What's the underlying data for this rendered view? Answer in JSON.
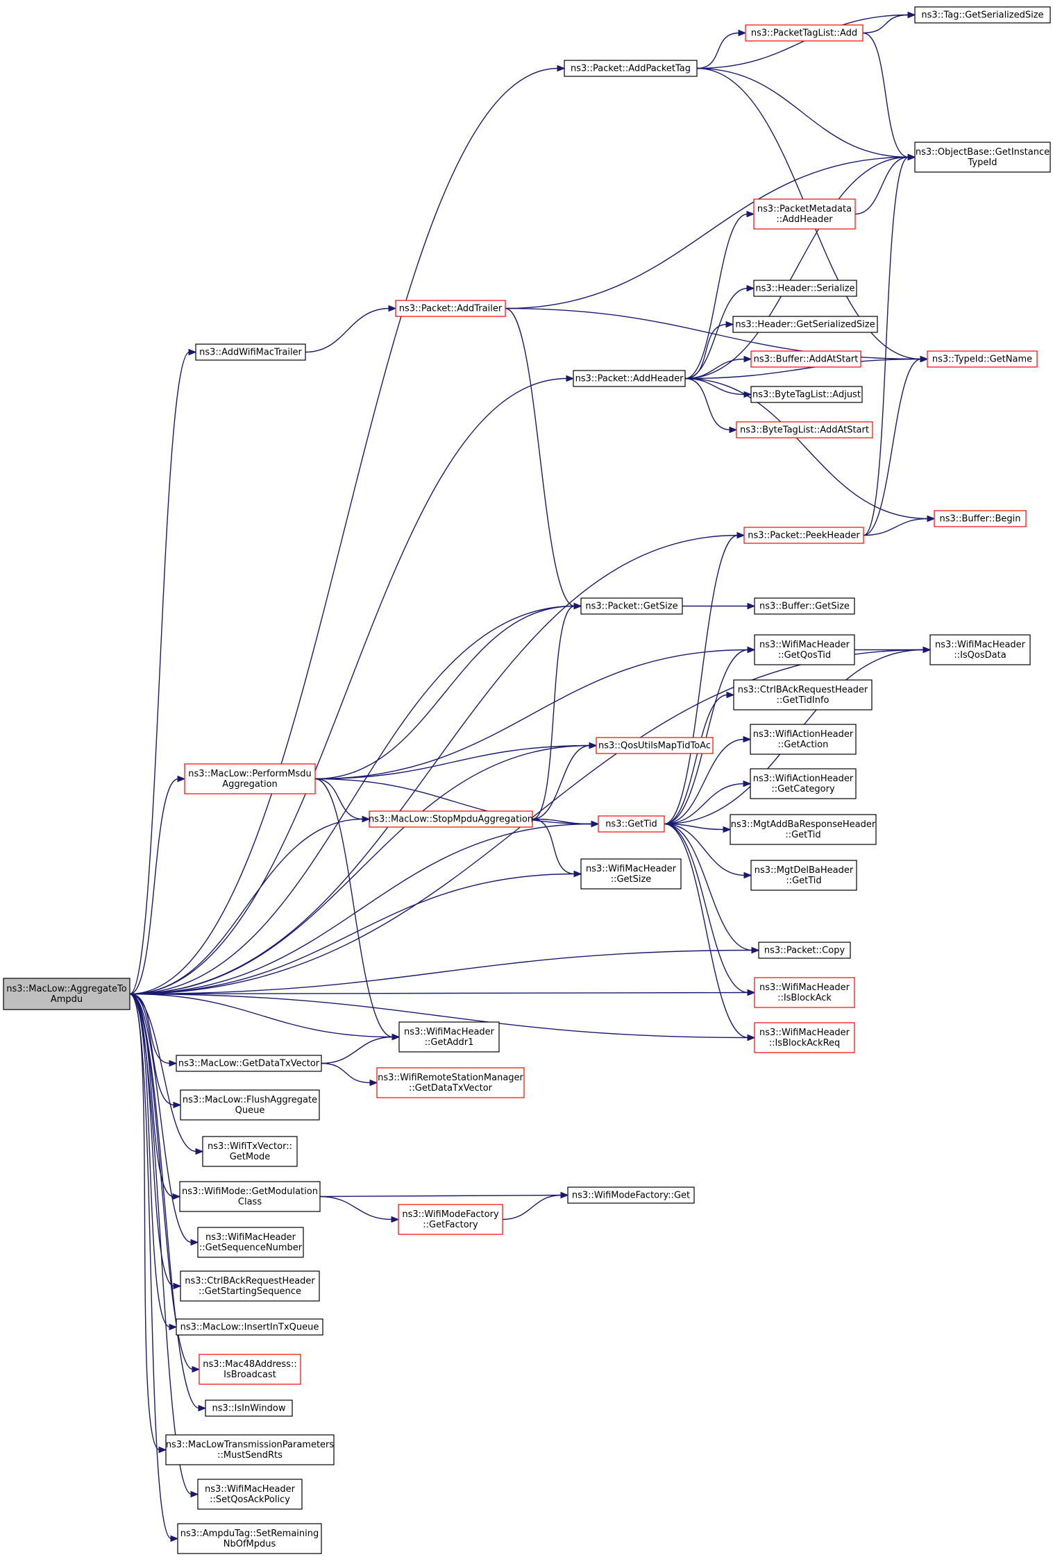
{
  "colors": {
    "edge": "#191970",
    "node_border_default": "#000000",
    "node_border_undocumented": "#ff0000",
    "root_fill": "#bfbfbf",
    "node_fill": "#ffffff"
  },
  "nodes": [
    {
      "id": "root",
      "lines": [
        "ns3::MacLow::AggregateTo",
        "Ampdu"
      ],
      "border": "black",
      "root": true
    },
    {
      "id": "addPacketTag",
      "lines": [
        "ns3::Packet::AddPacketTag"
      ],
      "border": "black"
    },
    {
      "id": "tagGetSerializedSize",
      "lines": [
        "ns3::Tag::GetSerializedSize"
      ],
      "border": "black"
    },
    {
      "id": "packetTagListAdd",
      "lines": [
        "ns3::PacketTagList::Add"
      ],
      "border": "red"
    },
    {
      "id": "objectBaseGetInstanceTypeId",
      "lines": [
        "ns3::ObjectBase::GetInstance",
        "TypeId"
      ],
      "border": "black"
    },
    {
      "id": "packetMetadataAddHeader",
      "lines": [
        "ns3::PacketMetadata",
        "::AddHeader"
      ],
      "border": "red"
    },
    {
      "id": "addTrailer",
      "lines": [
        "ns3::Packet::AddTrailer"
      ],
      "border": "red"
    },
    {
      "id": "headerSerialize",
      "lines": [
        "ns3::Header::Serialize"
      ],
      "border": "black"
    },
    {
      "id": "addWifiMacTrailer",
      "lines": [
        "ns3::AddWifiMacTrailer"
      ],
      "border": "black"
    },
    {
      "id": "headerGetSerializedSize",
      "lines": [
        "ns3::Header::GetSerializedSize"
      ],
      "border": "black"
    },
    {
      "id": "typeIdGetName",
      "lines": [
        "ns3::TypeId::GetName"
      ],
      "border": "red"
    },
    {
      "id": "bufferAddAtStart",
      "lines": [
        "ns3::Buffer::AddAtStart"
      ],
      "border": "red"
    },
    {
      "id": "packetAddHeader",
      "lines": [
        "ns3::Packet::AddHeader"
      ],
      "border": "black"
    },
    {
      "id": "byteTagListAdjust",
      "lines": [
        "ns3::ByteTagList::Adjust"
      ],
      "border": "black"
    },
    {
      "id": "byteTagListAddAtStart",
      "lines": [
        "ns3::ByteTagList::AddAtStart"
      ],
      "border": "red"
    },
    {
      "id": "bufferBegin",
      "lines": [
        "ns3::Buffer::Begin"
      ],
      "border": "red"
    },
    {
      "id": "peekHeader",
      "lines": [
        "ns3::Packet::PeekHeader"
      ],
      "border": "red"
    },
    {
      "id": "packetGetSize",
      "lines": [
        "ns3::Packet::GetSize"
      ],
      "border": "black"
    },
    {
      "id": "bufferGetSize",
      "lines": [
        "ns3::Buffer::GetSize"
      ],
      "border": "black"
    },
    {
      "id": "wifiMacHeaderGetQosTid",
      "lines": [
        "ns3::WifiMacHeader",
        "::GetQosTid"
      ],
      "border": "black"
    },
    {
      "id": "wifiMacHeaderIsQosData",
      "lines": [
        "ns3::WifiMacHeader",
        "::IsQosData"
      ],
      "border": "black"
    },
    {
      "id": "ctrlBAckRequestHeaderGetTidInfo",
      "lines": [
        "ns3::CtrlBAckRequestHeader",
        "::GetTidInfo"
      ],
      "border": "black"
    },
    {
      "id": "wifiActionHeaderGetAction",
      "lines": [
        "ns3::WifiActionHeader",
        "::GetAction"
      ],
      "border": "black"
    },
    {
      "id": "performMsduAggregation",
      "lines": [
        "ns3::MacLow::PerformMsdu",
        "Aggregation"
      ],
      "border": "red"
    },
    {
      "id": "qosUtilsMapTidToAc",
      "lines": [
        "ns3::QosUtilsMapTidToAc"
      ],
      "border": "red"
    },
    {
      "id": "wifiActionHeaderGetCategory",
      "lines": [
        "ns3::WifiActionHeader",
        "::GetCategory"
      ],
      "border": "black"
    },
    {
      "id": "stopMpduAggregation",
      "lines": [
        "ns3::MacLow::StopMpduAggregation"
      ],
      "border": "red"
    },
    {
      "id": "getTid",
      "lines": [
        "ns3::GetTid"
      ],
      "border": "red"
    },
    {
      "id": "mgtAddBaResponseHeaderGetTid",
      "lines": [
        "ns3::MgtAddBaResponseHeader",
        "::GetTid"
      ],
      "border": "black"
    },
    {
      "id": "wifiMacHeaderGetSize",
      "lines": [
        "ns3::WifiMacHeader",
        "::GetSize"
      ],
      "border": "black"
    },
    {
      "id": "mgtDelBaHeaderGetTid",
      "lines": [
        "ns3::MgtDelBaHeader",
        "::GetTid"
      ],
      "border": "black"
    },
    {
      "id": "packetCopy",
      "lines": [
        "ns3::Packet::Copy"
      ],
      "border": "black"
    },
    {
      "id": "wifiMacHeaderIsBlockAck",
      "lines": [
        "ns3::WifiMacHeader",
        "::IsBlockAck"
      ],
      "border": "red"
    },
    {
      "id": "wifiMacHeaderGetAddr1",
      "lines": [
        "ns3::WifiMacHeader",
        "::GetAddr1"
      ],
      "border": "black"
    },
    {
      "id": "wifiMacHeaderIsBlockAckReq",
      "lines": [
        "ns3::WifiMacHeader",
        "::IsBlockAckReq"
      ],
      "border": "red"
    },
    {
      "id": "getDataTxVector",
      "lines": [
        "ns3::MacLow::GetDataTxVector"
      ],
      "border": "black"
    },
    {
      "id": "wifiRemoteStationManagerGetDataTxVector",
      "lines": [
        "ns3::WifiRemoteStationManager",
        "::GetDataTxVector"
      ],
      "border": "red"
    },
    {
      "id": "flushAggregateQueue",
      "lines": [
        "ns3::MacLow::FlushAggregate",
        "Queue"
      ],
      "border": "black"
    },
    {
      "id": "wifiTxVectorGetMode",
      "lines": [
        "ns3::WifiTxVector::",
        "GetMode"
      ],
      "border": "black"
    },
    {
      "id": "wifiModeGetModulationClass",
      "lines": [
        "ns3::WifiMode::GetModulation",
        "Class"
      ],
      "border": "black"
    },
    {
      "id": "wifiModeFactoryGet",
      "lines": [
        "ns3::WifiModeFactory::Get"
      ],
      "border": "black"
    },
    {
      "id": "wifiModeFactoryGetFactory",
      "lines": [
        "ns3::WifiModeFactory",
        "::GetFactory"
      ],
      "border": "red"
    },
    {
      "id": "wifiMacHeaderGetSequenceNumber",
      "lines": [
        "ns3::WifiMacHeader",
        "::GetSequenceNumber"
      ],
      "border": "black"
    },
    {
      "id": "ctrlBAckRequestHeaderGetStartingSequence",
      "lines": [
        "ns3::CtrlBAckRequestHeader",
        "::GetStartingSequence"
      ],
      "border": "black"
    },
    {
      "id": "insertInTxQueue",
      "lines": [
        "ns3::MacLow::InsertInTxQueue"
      ],
      "border": "black"
    },
    {
      "id": "mac48AddressIsBroadcast",
      "lines": [
        "ns3::Mac48Address::",
        "IsBroadcast"
      ],
      "border": "red"
    },
    {
      "id": "isInWindow",
      "lines": [
        "ns3::IsInWindow"
      ],
      "border": "black"
    },
    {
      "id": "macLowTransmissionParametersMustSendRts",
      "lines": [
        "ns3::MacLowTransmissionParameters",
        "::MustSendRts"
      ],
      "border": "black"
    },
    {
      "id": "wifiMacHeaderSetQosAckPolicy",
      "lines": [
        "ns3::WifiMacHeader",
        "::SetQosAckPolicy"
      ],
      "border": "black"
    },
    {
      "id": "ampduTagSetRemainingNbOfMpdus",
      "lines": [
        "ns3::AmpduTag::SetRemaining",
        "NbOfMpdus"
      ],
      "border": "black"
    }
  ],
  "edges": [
    [
      "root",
      "addPacketTag"
    ],
    [
      "root",
      "addWifiMacTrailer"
    ],
    [
      "root",
      "packetAddHeader"
    ],
    [
      "root",
      "peekHeader"
    ],
    [
      "root",
      "packetGetSize"
    ],
    [
      "root",
      "wifiMacHeaderIsQosData"
    ],
    [
      "root",
      "performMsduAggregation"
    ],
    [
      "root",
      "qosUtilsMapTidToAc"
    ],
    [
      "root",
      "stopMpduAggregation"
    ],
    [
      "root",
      "getTid"
    ],
    [
      "root",
      "wifiMacHeaderGetSize"
    ],
    [
      "root",
      "packetCopy"
    ],
    [
      "root",
      "wifiMacHeaderIsBlockAck"
    ],
    [
      "root",
      "wifiMacHeaderIsBlockAckReq"
    ],
    [
      "root",
      "wifiMacHeaderGetAddr1"
    ],
    [
      "root",
      "getDataTxVector"
    ],
    [
      "root",
      "flushAggregateQueue"
    ],
    [
      "root",
      "wifiTxVectorGetMode"
    ],
    [
      "root",
      "wifiModeGetModulationClass"
    ],
    [
      "root",
      "wifiMacHeaderGetSequenceNumber"
    ],
    [
      "root",
      "ctrlBAckRequestHeaderGetStartingSequence"
    ],
    [
      "root",
      "insertInTxQueue"
    ],
    [
      "root",
      "mac48AddressIsBroadcast"
    ],
    [
      "root",
      "isInWindow"
    ],
    [
      "root",
      "macLowTransmissionParametersMustSendRts"
    ],
    [
      "root",
      "wifiMacHeaderSetQosAckPolicy"
    ],
    [
      "root",
      "ampduTagSetRemainingNbOfMpdus"
    ],
    [
      "addPacketTag",
      "tagGetSerializedSize"
    ],
    [
      "addPacketTag",
      "packetTagListAdd"
    ],
    [
      "addPacketTag",
      "objectBaseGetInstanceTypeId"
    ],
    [
      "addPacketTag",
      "typeIdGetName"
    ],
    [
      "packetTagListAdd",
      "tagGetSerializedSize"
    ],
    [
      "packetTagListAdd",
      "objectBaseGetInstanceTypeId"
    ],
    [
      "packetMetadataAddHeader",
      "objectBaseGetInstanceTypeId"
    ],
    [
      "addWifiMacTrailer",
      "addTrailer"
    ],
    [
      "addTrailer",
      "objectBaseGetInstanceTypeId"
    ],
    [
      "addTrailer",
      "typeIdGetName"
    ],
    [
      "addTrailer",
      "packetGetSize"
    ],
    [
      "packetAddHeader",
      "objectBaseGetInstanceTypeId"
    ],
    [
      "packetAddHeader",
      "packetMetadataAddHeader"
    ],
    [
      "packetAddHeader",
      "headerSerialize"
    ],
    [
      "packetAddHeader",
      "headerGetSerializedSize"
    ],
    [
      "packetAddHeader",
      "bufferAddAtStart"
    ],
    [
      "packetAddHeader",
      "byteTagListAdjust"
    ],
    [
      "packetAddHeader",
      "byteTagListAddAtStart"
    ],
    [
      "packetAddHeader",
      "typeIdGetName"
    ],
    [
      "packetAddHeader",
      "bufferBegin"
    ],
    [
      "peekHeader",
      "objectBaseGetInstanceTypeId"
    ],
    [
      "peekHeader",
      "typeIdGetName"
    ],
    [
      "peekHeader",
      "bufferBegin"
    ],
    [
      "packetGetSize",
      "bufferGetSize"
    ],
    [
      "wifiMacHeaderGetQosTid",
      "wifiMacHeaderIsQosData"
    ],
    [
      "performMsduAggregation",
      "packetGetSize"
    ],
    [
      "performMsduAggregation",
      "wifiMacHeaderGetQosTid"
    ],
    [
      "performMsduAggregation",
      "qosUtilsMapTidToAc"
    ],
    [
      "performMsduAggregation",
      "stopMpduAggregation"
    ],
    [
      "performMsduAggregation",
      "getTid"
    ],
    [
      "performMsduAggregation",
      "wifiMacHeaderGetAddr1"
    ],
    [
      "stopMpduAggregation",
      "packetGetSize"
    ],
    [
      "stopMpduAggregation",
      "qosUtilsMapTidToAc"
    ],
    [
      "stopMpduAggregation",
      "getTid"
    ],
    [
      "stopMpduAggregation",
      "wifiMacHeaderGetSize"
    ],
    [
      "getTid",
      "peekHeader"
    ],
    [
      "getTid",
      "wifiMacHeaderGetQosTid"
    ],
    [
      "getTid",
      "ctrlBAckRequestHeaderGetTidInfo"
    ],
    [
      "getTid",
      "wifiActionHeaderGetAction"
    ],
    [
      "getTid",
      "wifiActionHeaderGetCategory"
    ],
    [
      "getTid",
      "mgtAddBaResponseHeaderGetTid"
    ],
    [
      "getTid",
      "mgtDelBaHeaderGetTid"
    ],
    [
      "getTid",
      "packetCopy"
    ],
    [
      "getTid",
      "wifiMacHeaderIsBlockAck"
    ],
    [
      "getTid",
      "wifiMacHeaderIsBlockAckReq"
    ],
    [
      "getTid",
      "wifiMacHeaderIsQosData"
    ],
    [
      "getDataTxVector",
      "wifiMacHeaderGetAddr1"
    ],
    [
      "getDataTxVector",
      "wifiRemoteStationManagerGetDataTxVector"
    ],
    [
      "wifiModeGetModulationClass",
      "wifiModeFactoryGet"
    ],
    [
      "wifiModeGetModulationClass",
      "wifiModeFactoryGetFactory"
    ],
    [
      "wifiModeFactoryGetFactory",
      "wifiModeFactoryGet"
    ]
  ]
}
